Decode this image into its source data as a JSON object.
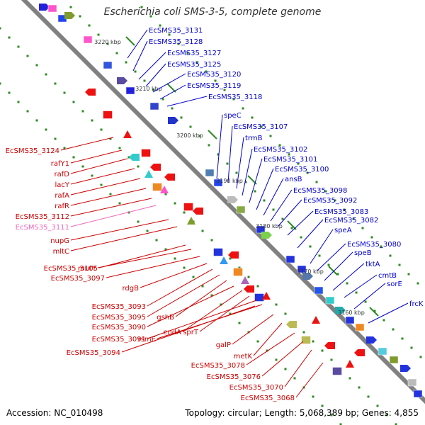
{
  "title": "Escherichia coli SMS-3-5, complete genome",
  "footer": {
    "accession": "Accession: NC_010498",
    "summary": "Topology: circular; Length: 5,068,389 bp; Genes: 4,855"
  },
  "colors": {
    "forward_label": "#0000cc",
    "reverse_label": "#cc0000",
    "pseudo_label": "#ee66bb",
    "backbone": "#808080",
    "tick": "#2e8b22"
  },
  "kbp_ticks": [
    "3220 kbp",
    "3210 kbp",
    "3200 kbp",
    "3190 kbp",
    "3180 kbp",
    "3170 kbp",
    "3160 kbp"
  ],
  "forward_genes": [
    "EcSMS35_3131",
    "EcSMS35_3128",
    "EcSMS35_3127",
    "EcSMS35_3125",
    "EcSMS35_3120",
    "EcSMS35_3119",
    "EcSMS35_3118",
    "speC",
    "EcSMS35_3107",
    "trmB",
    "EcSMS35_3102",
    "EcSMS35_3101",
    "EcSMS35_3100",
    "ansB",
    "EcSMS35_3098",
    "EcSMS35_3092",
    "EcSMS35_3083",
    "EcSMS35_3082",
    "speA",
    "EcSMS35_3080",
    "speB",
    "tktA",
    "cmtB",
    "sorE",
    "frcK"
  ],
  "reverse_genes": [
    "EcSMS35_3124",
    "rafY1",
    "rafD",
    "lacY",
    "rafA",
    "rafR",
    "EcSMS35_3112",
    "EcSMS35_3111",
    "nupG",
    "mltC",
    "EcSMS35_3105",
    "mutY",
    "EcSMS35_3097",
    "rdgB",
    "EcSMS35_3093",
    "EcSMS35_3095",
    "gshB",
    "EcSMS35_3090",
    "endA",
    "sprT",
    "EcSMS35_3091",
    "rsmE",
    "EcSMS35_3094",
    "galP",
    "metK",
    "EcSMS35_3078",
    "EcSMS35_3076",
    "EcSMS35_3070",
    "EcSMS35_3068"
  ]
}
